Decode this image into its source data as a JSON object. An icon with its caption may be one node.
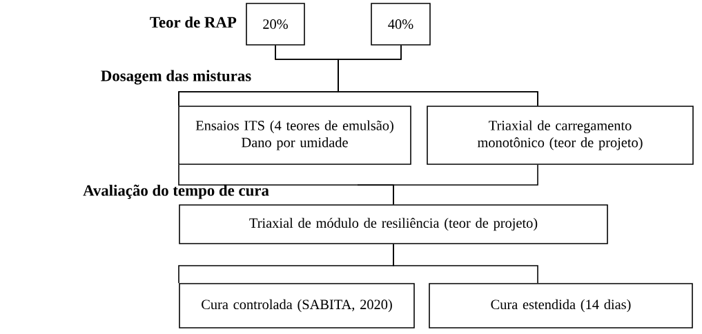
{
  "diagram": {
    "nodes": [
      {
        "text": [
          "20%"
        ]
      },
      {
        "text": [
          "40%"
        ]
      },
      {
        "text": [
          "Ensaios ITS (4 teores de emulsão)",
          "Dano por umidade"
        ]
      },
      {
        "text": [
          "Triaxial de carregamento monotônico (teor de projeto)"
        ]
      },
      {
        "text": [
          "Triaxial de módulo de resiliência (teor de projeto)"
        ]
      },
      {
        "text": [
          "Cura controlada (SABITA, 2020)"
        ]
      },
      {
        "text": [
          "Cura estendida (14 dias)"
        ]
      }
    ],
    "edges": [
      {
        "from": 0,
        "to": 2,
        "arrow": "none"
      },
      {
        "from": 0,
        "to": 3,
        "arrow": "none"
      },
      {
        "from": 1,
        "to": 2,
        "arrow": "none"
      },
      {
        "from": 1,
        "to": 3,
        "arrow": "none"
      },
      {
        "from": 2,
        "to": 4,
        "arrow": "none"
      },
      {
        "from": 3,
        "to": 4,
        "arrow": "none"
      },
      {
        "from": 4,
        "to": 5,
        "arrow": "none"
      },
      {
        "from": 4,
        "to": 6,
        "arrow": "none"
      }
    ],
    "labels": [
      "Teor de RAP",
      "Dosagem das misturas",
      "Avaliação do tempo de cura"
    ]
  }
}
